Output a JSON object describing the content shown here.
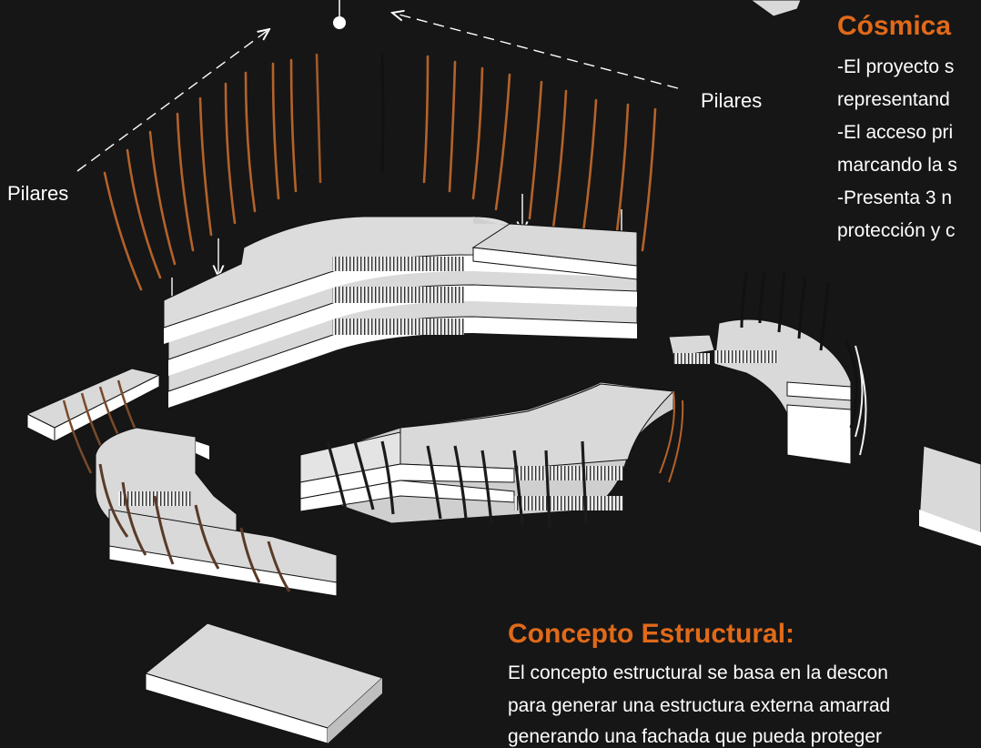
{
  "labels": {
    "pilares_left": "Pilares",
    "pilares_right": "Pilares"
  },
  "concept_cosmic": {
    "title": "Cósmica",
    "lines": [
      "-El proyecto s",
      "representand",
      "-El acceso pri",
      "marcando la s",
      "-Presenta 3 n",
      "protección y c"
    ]
  },
  "concept_structural": {
    "title": "Concepto Estructural:",
    "lines": [
      "El concepto estructural se basa en la descon",
      "para generar una estructura externa amarrad",
      "generando una fachada que pueda proteger"
    ]
  },
  "colors": {
    "background": "#161616",
    "accent": "#e06a1a",
    "slab": "#d9d9d9",
    "pillar": "#b4622a"
  }
}
